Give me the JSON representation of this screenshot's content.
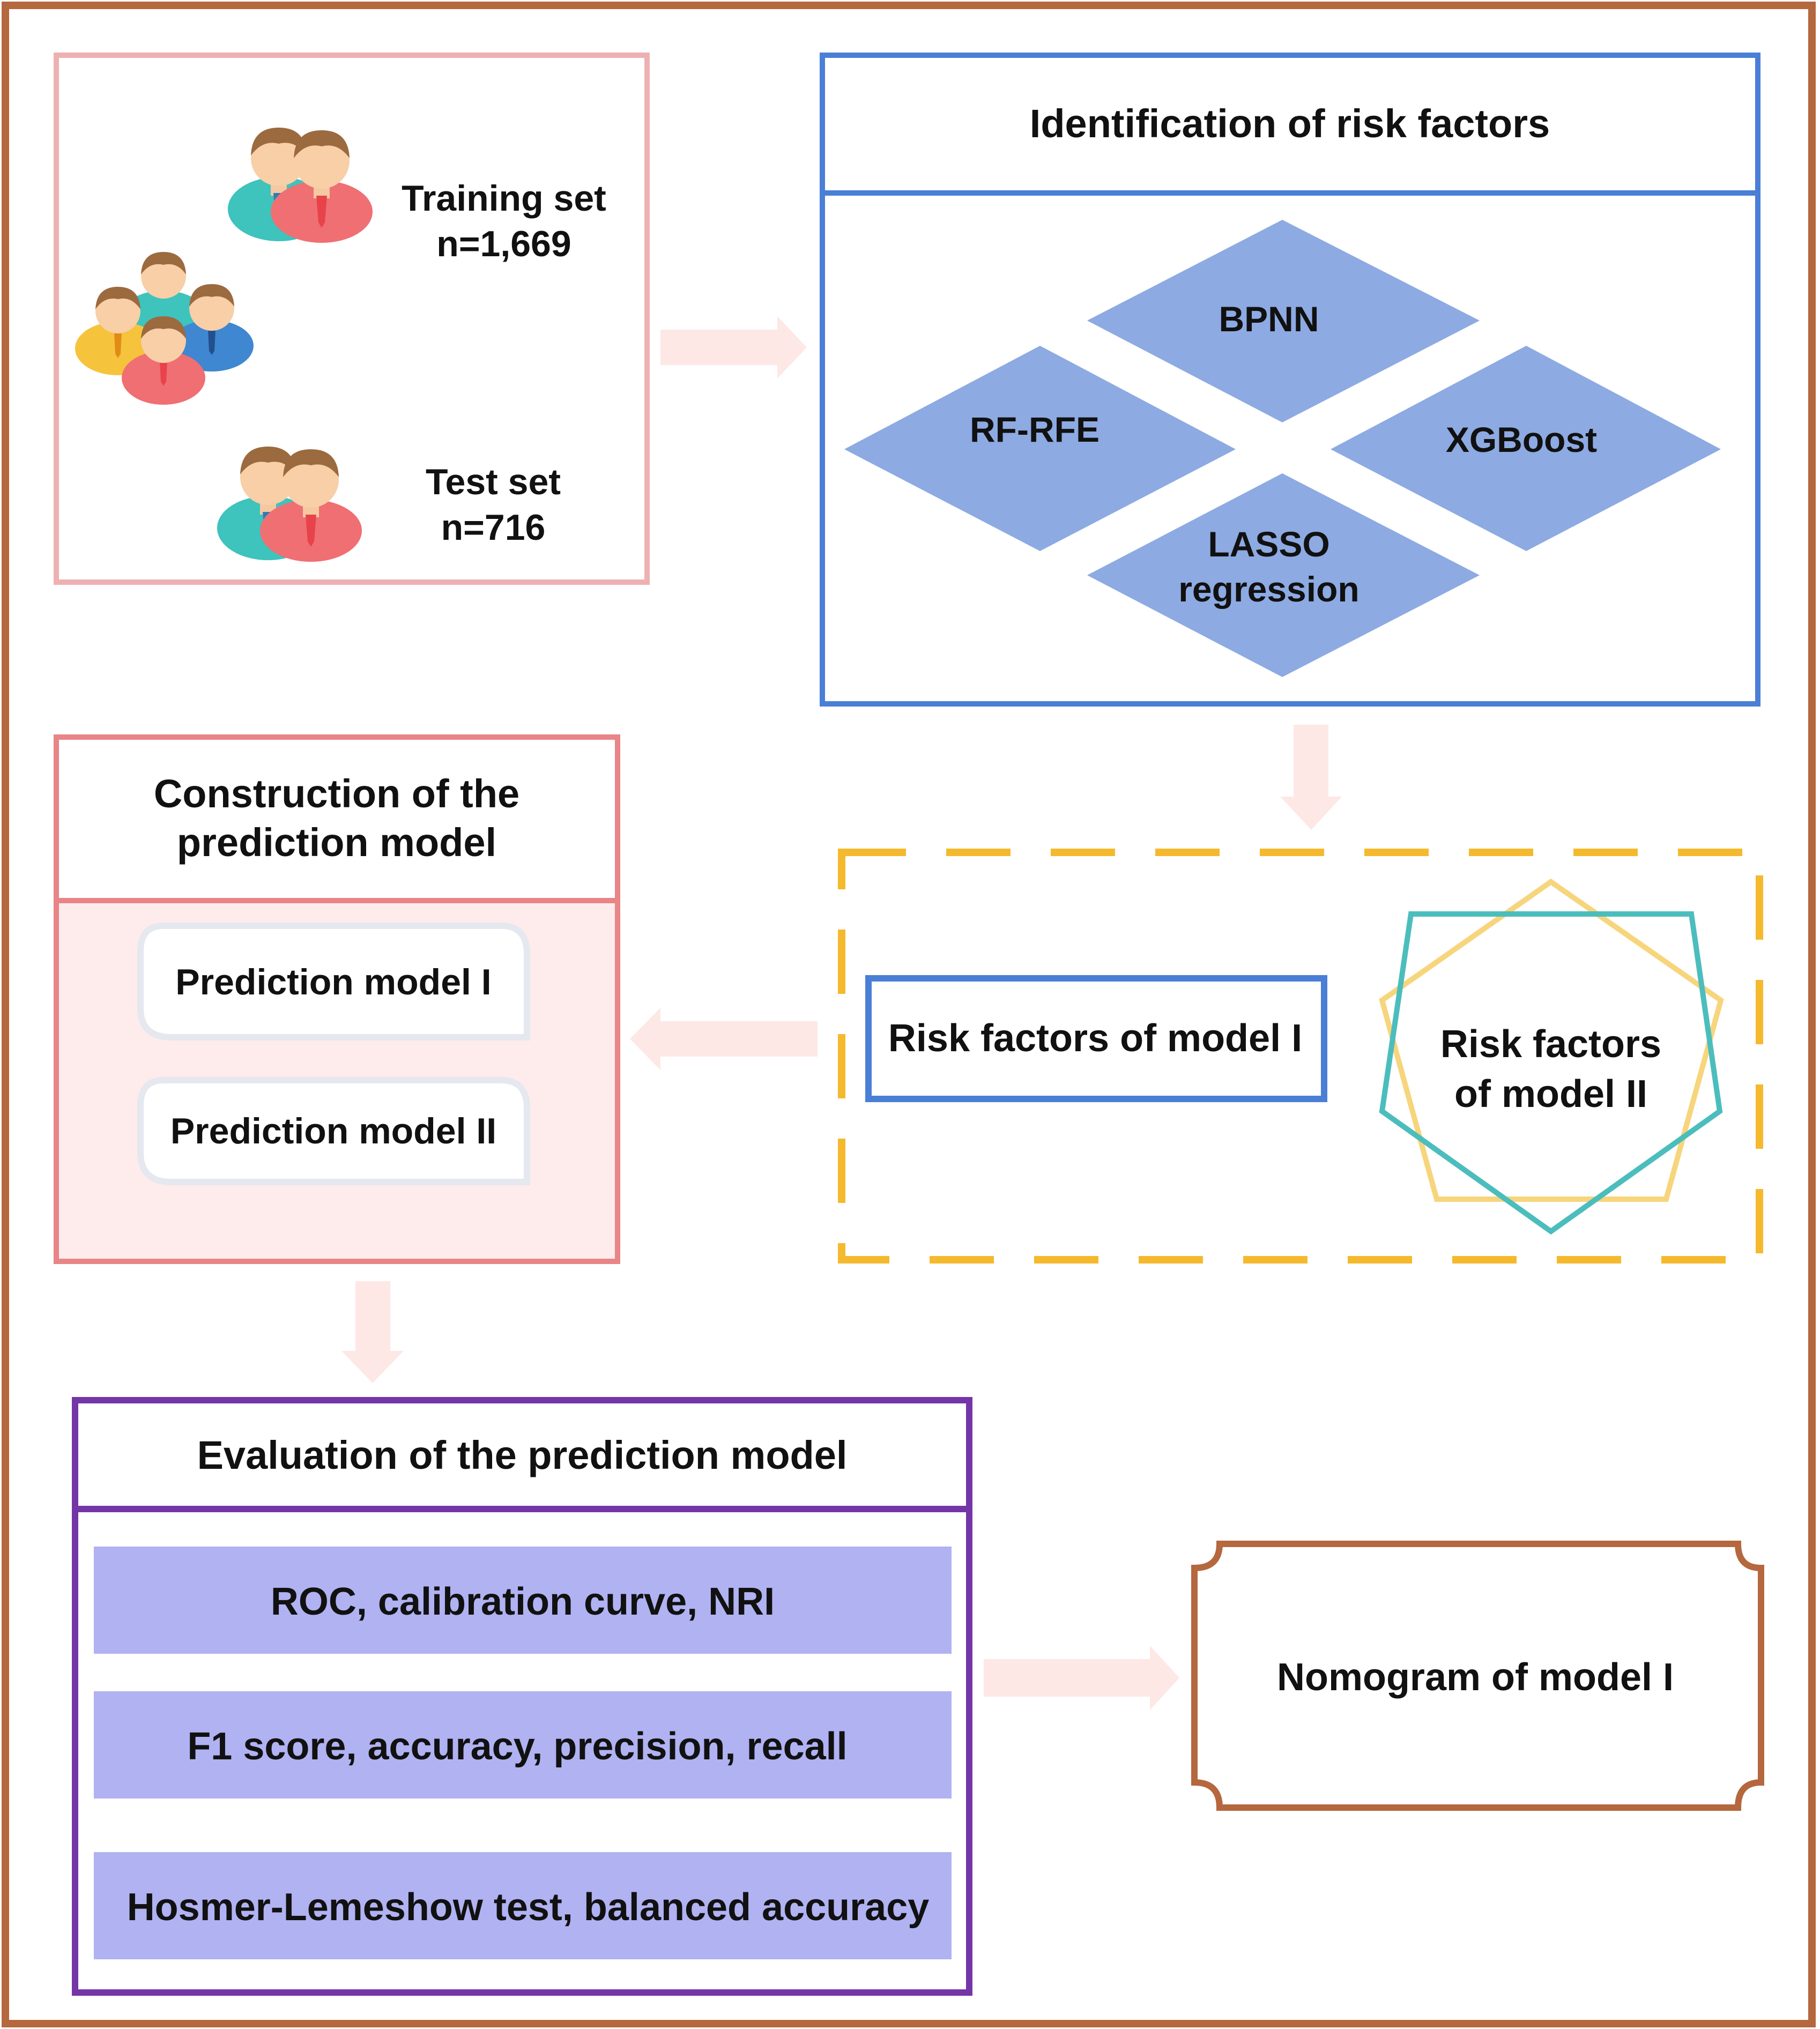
{
  "colors": {
    "outer_frame": "#b5673e",
    "data_box": "#edb1b2",
    "risk_box": "#4a7fd6",
    "diamond_fill": "#8daae2",
    "arrow_fill": "#fde8e6",
    "construction_box": "#e88587",
    "construction_fill": "#fdeceb",
    "dashed_box": "#f5b92e",
    "evaluation_box": "#7436a7",
    "evaluation_bar": "#b0b2f2",
    "model2_pent_teal": "#4cbdbd",
    "model2_pent_yellow": "#f7d57c"
  },
  "data_split": {
    "training_label": "Training set",
    "training_n": "n=1,669",
    "test_label": "Test set",
    "test_n": "n=716",
    "icons": [
      "people-pair-icon",
      "people-group-icon",
      "people-pair-icon"
    ]
  },
  "risk_identification": {
    "title": "Identification of risk factors",
    "methods": [
      "BPNN",
      "RF-RFE",
      "XGBoost",
      "LASSO",
      "regression"
    ]
  },
  "construction": {
    "title_line1": "Construction of the",
    "title_line2": "prediction model",
    "models": [
      "Prediction model I",
      "Prediction model II"
    ]
  },
  "risk_factors": {
    "model1": "Risk factors of model I",
    "model2_line1": "Risk factors",
    "model2_line2": "of model II"
  },
  "evaluation": {
    "title": "Evaluation of the prediction model",
    "metrics": [
      "ROC, calibration curve, NRI",
      "F1 score, accuracy, precision, recall",
      "Hosmer-Lemeshow test, balanced accuracy"
    ]
  },
  "nomogram": {
    "label": "Nomogram of model I"
  }
}
